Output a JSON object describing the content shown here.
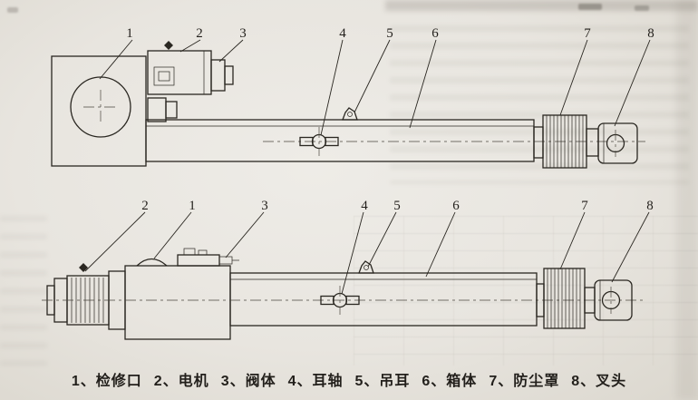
{
  "views": {
    "top": {
      "labels": [
        "1",
        "2",
        "3",
        "4",
        "5",
        "6",
        "7",
        "8"
      ]
    },
    "bottom": {
      "labels": [
        "2",
        "1",
        "3",
        "4",
        "5",
        "6",
        "7",
        "8"
      ]
    }
  },
  "caption": {
    "items": [
      "1、检修口",
      "2、电机",
      "3、阀体",
      "4、耳轴",
      "5、吊耳",
      "6、箱体",
      "7、防尘罩",
      "8、叉头"
    ]
  },
  "colors": {
    "ink": "#2a2721",
    "paper": "#e9e6e0"
  }
}
